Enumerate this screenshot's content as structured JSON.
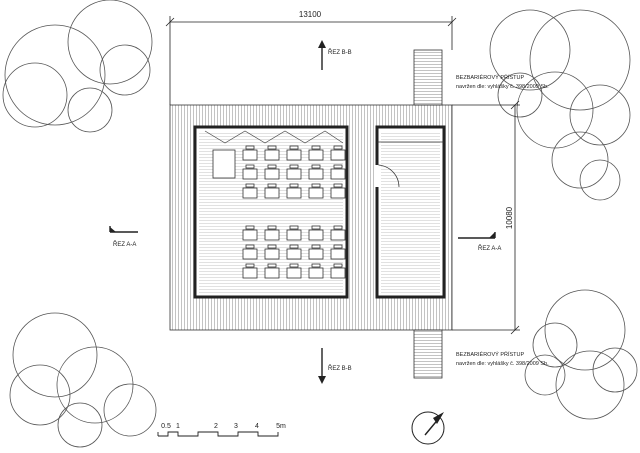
{
  "dimensions": {
    "width_label": "13100",
    "depth_label": "10080"
  },
  "sections": {
    "b_top": "ŘEZ  B-B",
    "b_bottom": "ŘEZ  B-B",
    "a_left": "ŘEZ  A-A",
    "a_right": "ŘEZ  A-A"
  },
  "notes": {
    "top": {
      "title": "BEZBARIÉROVÝ PŘÍSTUP",
      "text": "navržen dle: vyhlášky č. 398/2009 Sb."
    },
    "bottom": {
      "title": "BEZBARIÉROVÝ PŘÍSTUP",
      "text": "navržen dle: vyhlášky č. 398/2009 Sb."
    }
  },
  "scale_bar": {
    "labels": [
      "0.5",
      "1",
      "2",
      "3",
      "4",
      "5m"
    ]
  },
  "north_arrow": {
    "icon": "north-arrow-icon"
  },
  "colors": {
    "line": "#222222",
    "hatch": "#888888",
    "tree": "#555555"
  }
}
